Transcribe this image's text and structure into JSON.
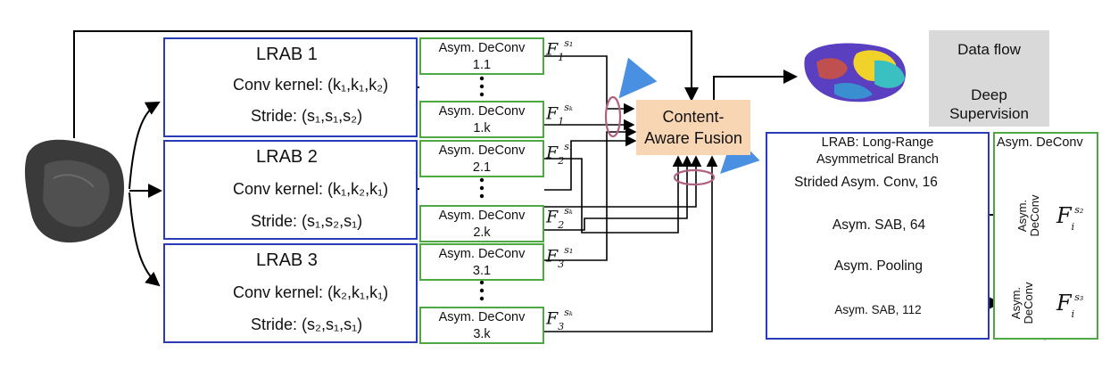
{
  "lrab_blocks": [
    {
      "title": "LRAB 1",
      "kernel": "Conv kernel: (k₁,k₁,k₂)",
      "stride": "Stride: (s₁,s₁,s₂)"
    },
    {
      "title": "LRAB 2",
      "kernel": "Conv kernel: (k₁,k₂,k₁)",
      "stride": "Stride: (s₁,s₂,s₁)"
    },
    {
      "title": "LRAB 3",
      "kernel": "Conv kernel: (k₂,k₁,k₁)",
      "stride": "Stride: (s₂,s₁,s₁)"
    }
  ],
  "deconv_blocks": [
    {
      "name": "Asym. DeConv",
      "index": "1.1",
      "sym": "F",
      "sub": "1",
      "sup": "s₁"
    },
    {
      "name": "Asym. DeConv",
      "index": "1.k",
      "sym": "F",
      "sub": "1",
      "sup": "sₖ"
    },
    {
      "name": "Asym. DeConv",
      "index": "2.1",
      "sym": "F",
      "sub": "2",
      "sup": "s₁"
    },
    {
      "name": "Asym. DeConv",
      "index": "2.k",
      "sym": "F",
      "sub": "2",
      "sup": "sₖ"
    },
    {
      "name": "Asym. DeConv",
      "index": "3.1",
      "sym": "F",
      "sub": "3",
      "sup": "s₁"
    },
    {
      "name": "Asym. DeConv",
      "index": "3.k",
      "sym": "F",
      "sub": "3",
      "sup": "sₖ"
    }
  ],
  "fusion": {
    "line1": "Content-",
    "line2": "Aware Fusion"
  },
  "legend": {
    "data_flow": "Data flow",
    "deep_supervision_1": "Deep",
    "deep_supervision_2": "Supervision"
  },
  "detail": {
    "title_line1": "LRAB: Long-Range",
    "title_line2": "Asymmetrical Branch",
    "strided_conv": "Strided Asym. Conv, 16",
    "sab1": "Asym. SAB, 64",
    "pooling": "Asym. Pooling",
    "sab2": "Asym. SAB, 112"
  },
  "deconv_detail": {
    "title": "Asym. DeConv",
    "trap_label_1": "Asym.",
    "trap_label_2": "DeConv",
    "out1": {
      "sym": "F",
      "sub": "i",
      "sup": "s₂"
    },
    "out2": {
      "sym": "F",
      "sub": "i",
      "sup": "s₃"
    }
  },
  "colors": {
    "lrab_border": "#2a3bb8",
    "deconv_border": "#4ea844",
    "fusion_fill": "#f8d6b4",
    "legend_fill": "#d9d9d9",
    "deep_supervision_arrow": "#4a90e2",
    "strided_conv_fill": "#a6d96a",
    "sab_fill": "#f4a460",
    "pooling_fill": "#e3bd48",
    "trapezoid_fill": "#a9a7f0",
    "ellipse_stroke": "#b06080",
    "cube1": "#b3b3f5",
    "cube2": "#b7f0a6",
    "cube3": "#a7ecec"
  }
}
